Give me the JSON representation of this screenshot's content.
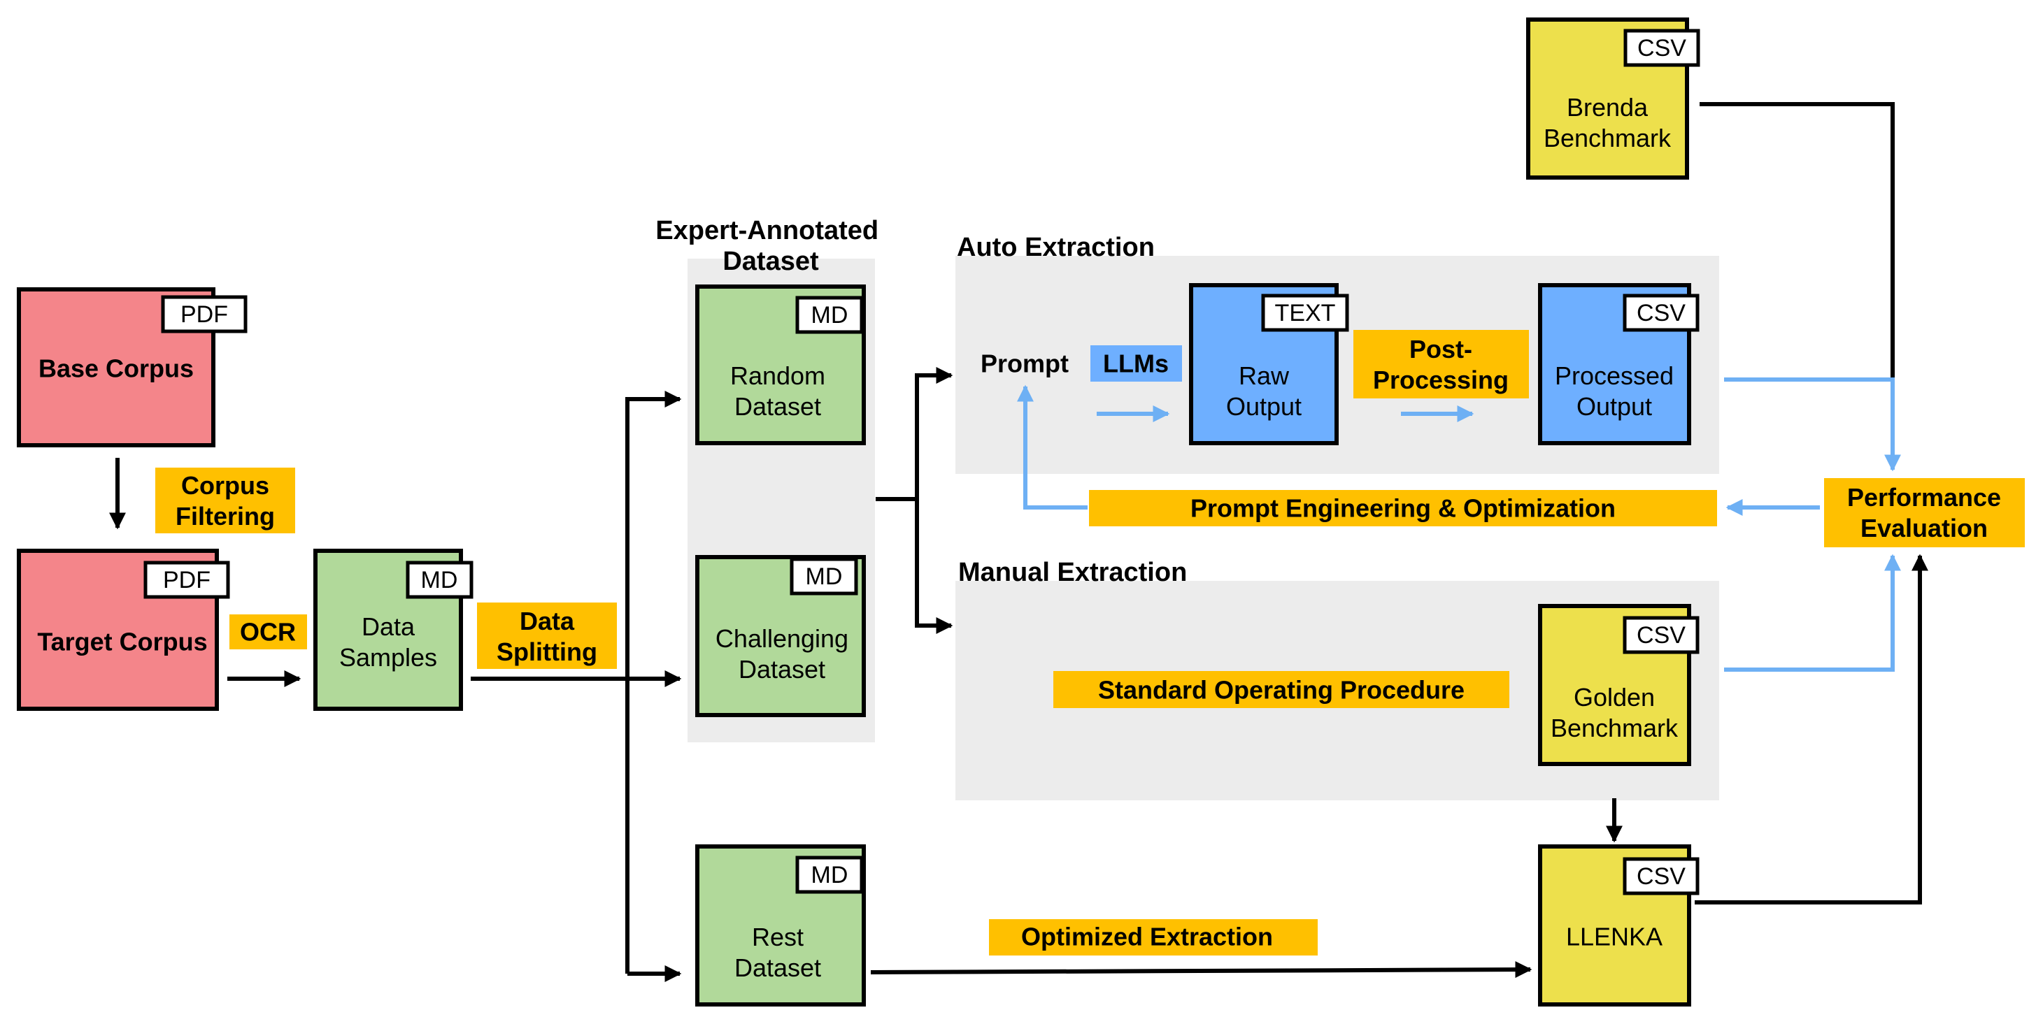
{
  "colors": {
    "pdf_box": "#f4858a",
    "md_box": "#b1d99a",
    "blue_box": "#6eafff",
    "yellow_box": "#ede04c",
    "orange_label": "#ffc000",
    "llm_label": "#6eafff",
    "gray_panel": "#ececec",
    "blue_arrow": "#6eb0f4",
    "black_arrow": "#000000"
  },
  "sections": {
    "expert_annotated": "Expert-Annotated\nDataset",
    "auto_extraction": "Auto Extraction",
    "manual_extraction": "Manual Extraction"
  },
  "boxes": {
    "base_corpus": {
      "label": "Base Corpus",
      "tag": "PDF"
    },
    "target_corpus": {
      "label": "Target Corpus",
      "tag": "PDF"
    },
    "data_samples": {
      "label": "Data\nSamples",
      "tag": "MD"
    },
    "random_dataset": {
      "label": "Random\nDataset",
      "tag": "MD"
    },
    "challenging_dataset": {
      "label": "Challenging\nDataset",
      "tag": "MD"
    },
    "rest_dataset": {
      "label": "Rest\nDataset",
      "tag": "MD"
    },
    "raw_output": {
      "label": "Raw\nOutput",
      "tag": "TEXT"
    },
    "processed_output": {
      "label": "Processed\nOutput",
      "tag": "CSV"
    },
    "brenda_benchmark": {
      "label": "Brenda\nBenchmark",
      "tag": "CSV"
    },
    "golden_benchmark": {
      "label": "Golden\nBenchmark",
      "tag": "CSV"
    },
    "llenka": {
      "label": "LLENKA",
      "tag": "CSV"
    }
  },
  "labels": {
    "corpus_filtering": "Corpus\nFiltering",
    "ocr": "OCR",
    "data_splitting": "Data\nSplitting",
    "prompt": "Prompt",
    "llms": "LLMs",
    "post_processing": "Post-\nProcessing",
    "prompt_engineering": "Prompt Engineering & Optimization",
    "standard_operating_procedure": "Standard Operating Procedure",
    "optimized_extraction": "Optimized Extraction",
    "performance_evaluation": "Performance\nEvaluation"
  }
}
